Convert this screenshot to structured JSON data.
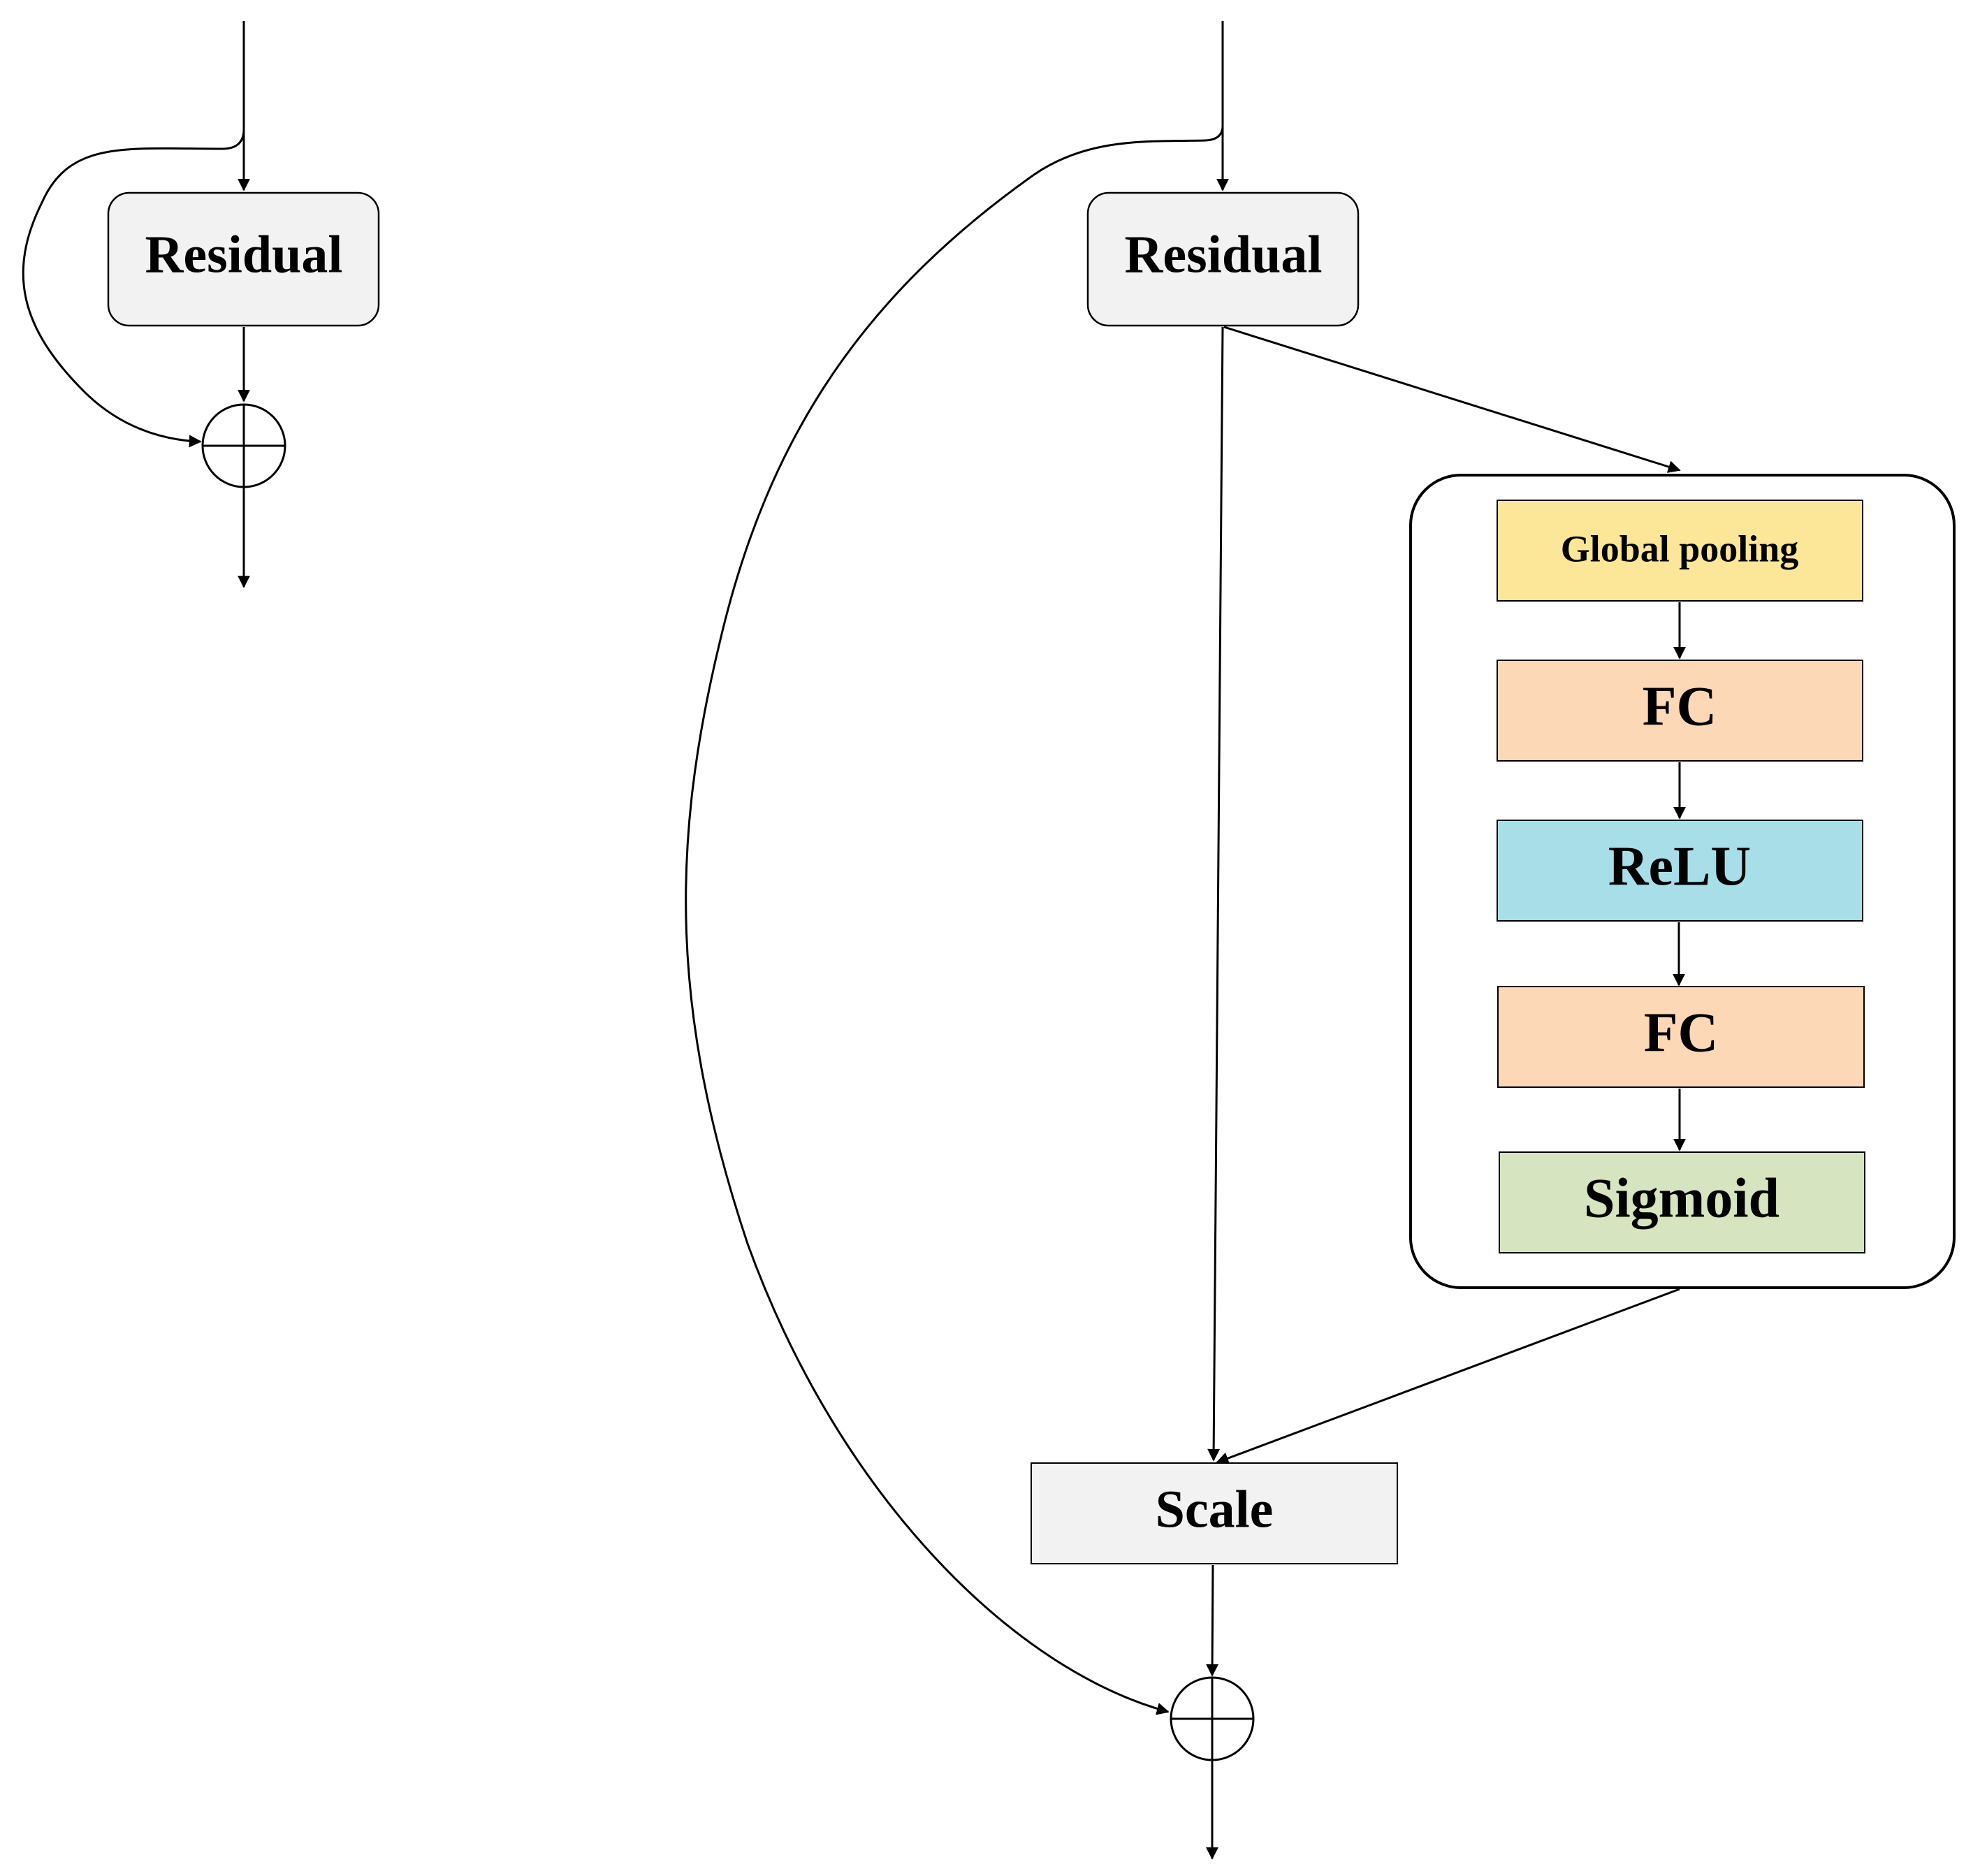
{
  "diagram": {
    "left_block": {
      "residual_label": "Residual"
    },
    "right_block": {
      "residual_label": "Residual",
      "se_module": {
        "steps": [
          {
            "label": "Global pooling",
            "color": "#fce697"
          },
          {
            "label": "FC",
            "color": "#fdd8b6"
          },
          {
            "label": "ReLU",
            "color": "#a8dee8"
          },
          {
            "label": "FC",
            "color": "#fdd8b6"
          },
          {
            "label": "Sigmoid",
            "color": "#d6e4bf"
          }
        ]
      },
      "scale_label": "Scale"
    },
    "colors": {
      "residual_fill": "#f2f2f2",
      "scale_fill": "#f2f2f2",
      "stroke": "#000000"
    }
  }
}
